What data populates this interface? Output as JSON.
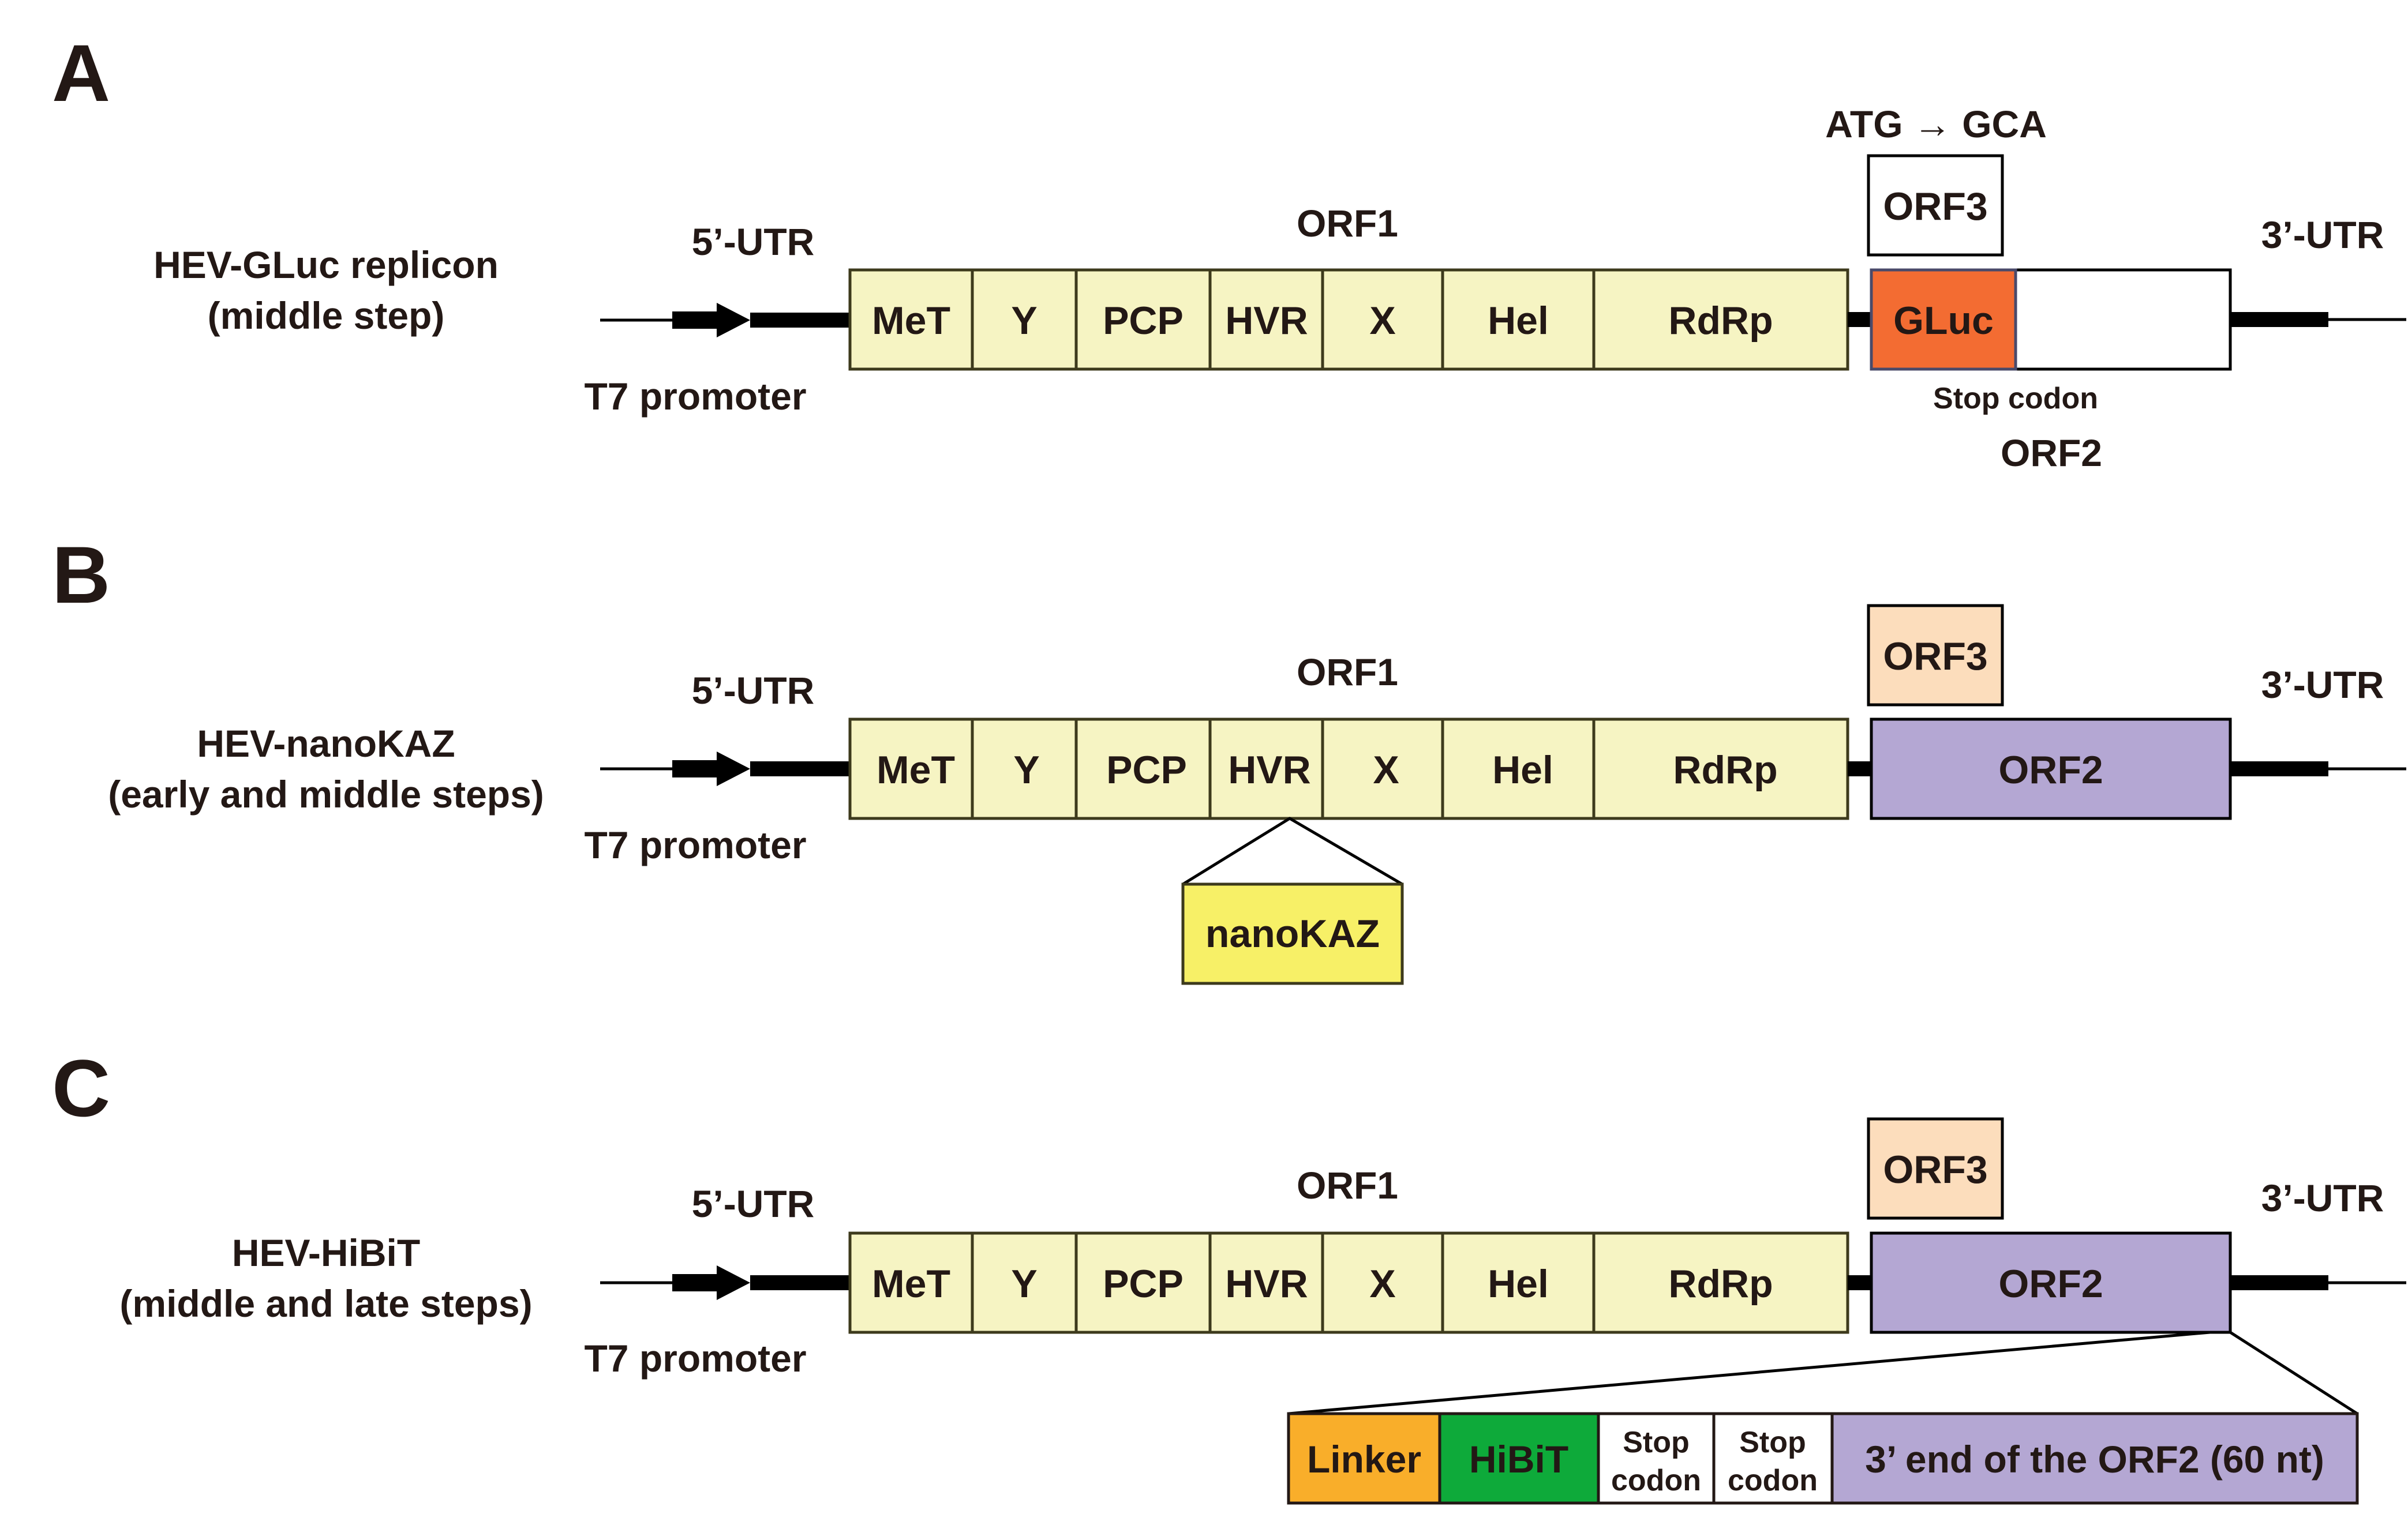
{
  "panels": [
    {
      "letter": "A",
      "construct": [
        "HEV-GLuc replicon",
        "(middle step)"
      ],
      "utr5": "5’-UTR",
      "promoter": "T7 promoter",
      "orf1": "ORF1",
      "domains": [
        "MeT",
        "Y",
        "PCP",
        "HVR",
        "X",
        "Hel",
        "RdRp"
      ],
      "orf3": "ORF3",
      "mutation": "ATG → GCA",
      "reporter": "GLuc",
      "stop_codon": "Stop codon",
      "orf2": "ORF2",
      "utr3": "3’-UTR"
    },
    {
      "letter": "B",
      "construct": [
        "HEV-nanoKAZ",
        "(early and middle steps)"
      ],
      "utr5": "5’-UTR",
      "promoter": "T7 promoter",
      "orf1": "ORF1",
      "domains": [
        "MeT",
        "Y",
        "PCP",
        "HVR",
        "X",
        "Hel",
        "RdRp"
      ],
      "orf3": "ORF3",
      "orf2": "ORF2",
      "insert": "nanoKAZ",
      "utr3": "3’-UTR"
    },
    {
      "letter": "C",
      "construct": [
        "HEV-HiBiT",
        "(middle and late steps)"
      ],
      "utr5": "5’-UTR",
      "promoter": "T7 promoter",
      "orf1": "ORF1",
      "domains": [
        "MeT",
        "Y",
        "PCP",
        "HVR",
        "X",
        "Hel",
        "RdRp"
      ],
      "orf3": "ORF3",
      "orf2": "ORF2",
      "utr3": "3’-UTR",
      "cassette": [
        {
          "label": [
            "Linker"
          ],
          "color": "#f9ae2a"
        },
        {
          "label": [
            "HiBiT"
          ],
          "color": "#0eaa3a"
        },
        {
          "label": [
            "Stop",
            "codon"
          ],
          "color": "#ffffff"
        },
        {
          "label": [
            "Stop",
            "codon"
          ],
          "color": "#ffffff"
        },
        {
          "label": [
            "3’ end of the ORF2 (60 nt)"
          ],
          "color": "#b4a7d3"
        }
      ]
    }
  ],
  "colors": {
    "orf1_fill": "#f6f4c3",
    "orf1_stroke": "#3d3a1c",
    "orf2_fill": "#b4a7d3",
    "orf3_fill": "#fcddbc",
    "gluc_fill": "#f36c32",
    "nanokaz_fill": "#f7f067",
    "line": "#000000"
  }
}
